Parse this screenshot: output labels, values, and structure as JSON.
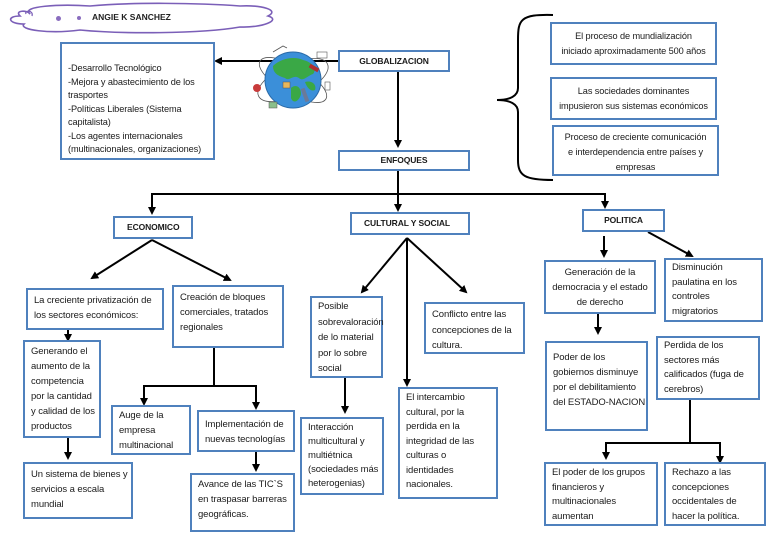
{
  "author": {
    "name": "ANGIE K SANCHEZ",
    "cloud_color": "#7b5fb8"
  },
  "colors": {
    "box_border": "#4f81bd",
    "arrow": "#000000",
    "globe_ocean": "#3b8fd9",
    "globe_land": "#3aa846"
  },
  "globe": {
    "icon": "globe-with-transport-icon"
  },
  "root": {
    "label": "GLOBALIZACION"
  },
  "causes": {
    "lines": [
      "-Desarrollo Tecnológico",
      "-Mejora y abastecimiento de los",
      "trasportes",
      "-Políticas Liberales (Sistema",
      "capitalista)",
      "-Los agentes internacionales",
      "(multinacionales, organizaciones)"
    ]
  },
  "definitions": [
    {
      "lines": [
        "El proceso de mundialización",
        "iniciado aproximadamente 500 años"
      ]
    },
    {
      "lines": [
        "Las sociedades dominantes",
        "impusieron sus sistemas económicos"
      ]
    },
    {
      "lines": [
        "Proceso de creciente comunicación",
        "e interdependencia entre países y",
        "empresas"
      ]
    }
  ],
  "enfoques": {
    "label": "ENFOQUES"
  },
  "economico": {
    "label": "ECONOMICO",
    "privatizacion": {
      "lines": [
        "La creciente privatización de",
        "los sectores económicos:"
      ]
    },
    "competencia": {
      "lines": [
        "Generando el",
        "aumento de la",
        "competencia",
        "por la cantidad",
        "y calidad de los",
        "productos"
      ]
    },
    "sistema": {
      "lines": [
        "Un sistema de bienes y",
        "servicios  a escala",
        "mundial"
      ]
    },
    "bloques": {
      "lines": [
        "Creación de bloques",
        "comerciales, tratados",
        "regionales"
      ]
    },
    "multinacional": {
      "lines": [
        "Auge de la",
        "empresa",
        "multinacional"
      ]
    },
    "tecnologias": {
      "lines": [
        "Implementación de",
        "nuevas tecnologías"
      ]
    },
    "tics": {
      "lines": [
        "Avance de las TIC`S",
        "en traspasar barreras",
        "geográficas."
      ]
    }
  },
  "cultural": {
    "label": "CULTURAL Y SOCIAL",
    "sobrevaloracion": {
      "lines": [
        "Posible",
        "sobrevaloración",
        "de lo material",
        "por lo sobre",
        "social"
      ]
    },
    "interaccion": {
      "lines": [
        "Interacción",
        "multicultural y",
        "multiétnica",
        "(sociedades más",
        "heterogenias)"
      ]
    },
    "intercambio": {
      "lines": [
        "El intercambio",
        "cultural, por la",
        "perdida en la",
        "integridad de las",
        "culturas o",
        "identidades",
        "nacionales."
      ]
    },
    "conflicto": {
      "lines": [
        "Conflicto entre las",
        "concepciones  de la",
        "cultura."
      ]
    }
  },
  "politica": {
    "label": "POLITICA",
    "democracia": {
      "lines": [
        "Generación de la",
        "democracia y el estado",
        "de derecho"
      ]
    },
    "migratorios": {
      "lines": [
        "Disminución",
        "paulatina en los",
        "controles",
        "migratorios"
      ]
    },
    "poder_gobiernos": {
      "lines": [
        "Poder de los",
        "gobiernos  disminuye",
        "por el debilitamiento",
        "del ESTADO-NACION"
      ]
    },
    "fuga": {
      "lines": [
        "Perdida de los",
        "sectores más",
        "calificados (fuga de",
        "cerebros)"
      ]
    },
    "grupos": {
      "lines": [
        "El poder de los grupos",
        "financieros  y",
        "multinacionales",
        "aumentan"
      ]
    },
    "rechazo": {
      "lines": [
        "Rechazo a las",
        "concepciones",
        "occidentales de",
        "hacer la política."
      ]
    }
  }
}
